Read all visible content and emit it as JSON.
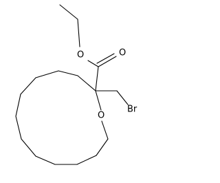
{
  "molecule": {
    "atoms": {
      "ester_oxygen": "O",
      "carbonyl_oxygen": "O",
      "ring_oxygen": "O",
      "bromine": "Br"
    }
  }
}
